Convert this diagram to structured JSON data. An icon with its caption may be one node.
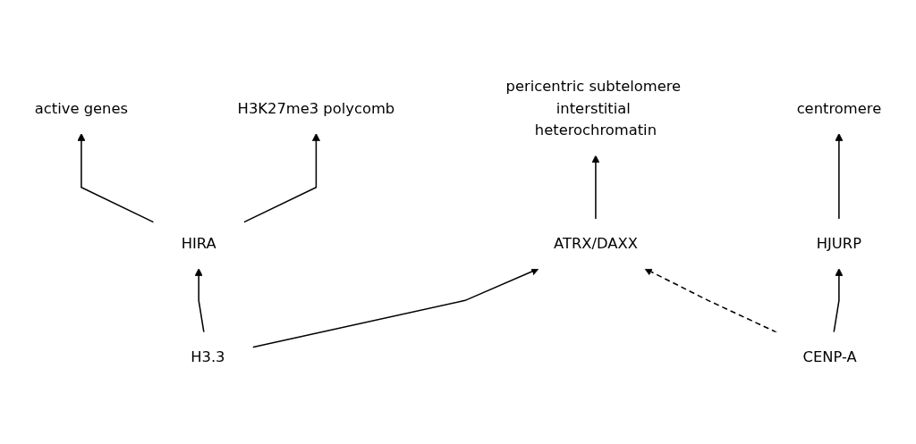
{
  "diagram": {
    "nodes": [
      {
        "text": [
          "active genes"
        ]
      },
      {
        "text": [
          "H3K27me3 polycomb"
        ]
      },
      {
        "text": [
          "pericentric subtelomere interstitial heterochromatin"
        ]
      },
      {
        "text": [
          "centromere"
        ]
      },
      {
        "text": [
          "HIRA"
        ]
      },
      {
        "text": [
          "ATRX/DAXX"
        ]
      },
      {
        "text": [
          "HJURP"
        ]
      },
      {
        "text": [
          "H3.3"
        ]
      },
      {
        "text": [
          "CENP-A"
        ]
      }
    ],
    "edges": [
      {
        "from": 4,
        "to": 0,
        "arrow": "to"
      },
      {
        "from": 4,
        "to": 1,
        "arrow": "to"
      },
      {
        "from": 5,
        "to": 2,
        "arrow": "to"
      },
      {
        "from": 6,
        "to": 3,
        "arrow": "to"
      },
      {
        "from": 7,
        "to": 4,
        "arrow": "to"
      },
      {
        "from": 7,
        "to": 5,
        "arrow": "to"
      },
      {
        "from": 8,
        "to": 5,
        "arrow": "to",
        "style": "dashed"
      },
      {
        "from": 8,
        "to": 6,
        "arrow": "to"
      }
    ]
  }
}
